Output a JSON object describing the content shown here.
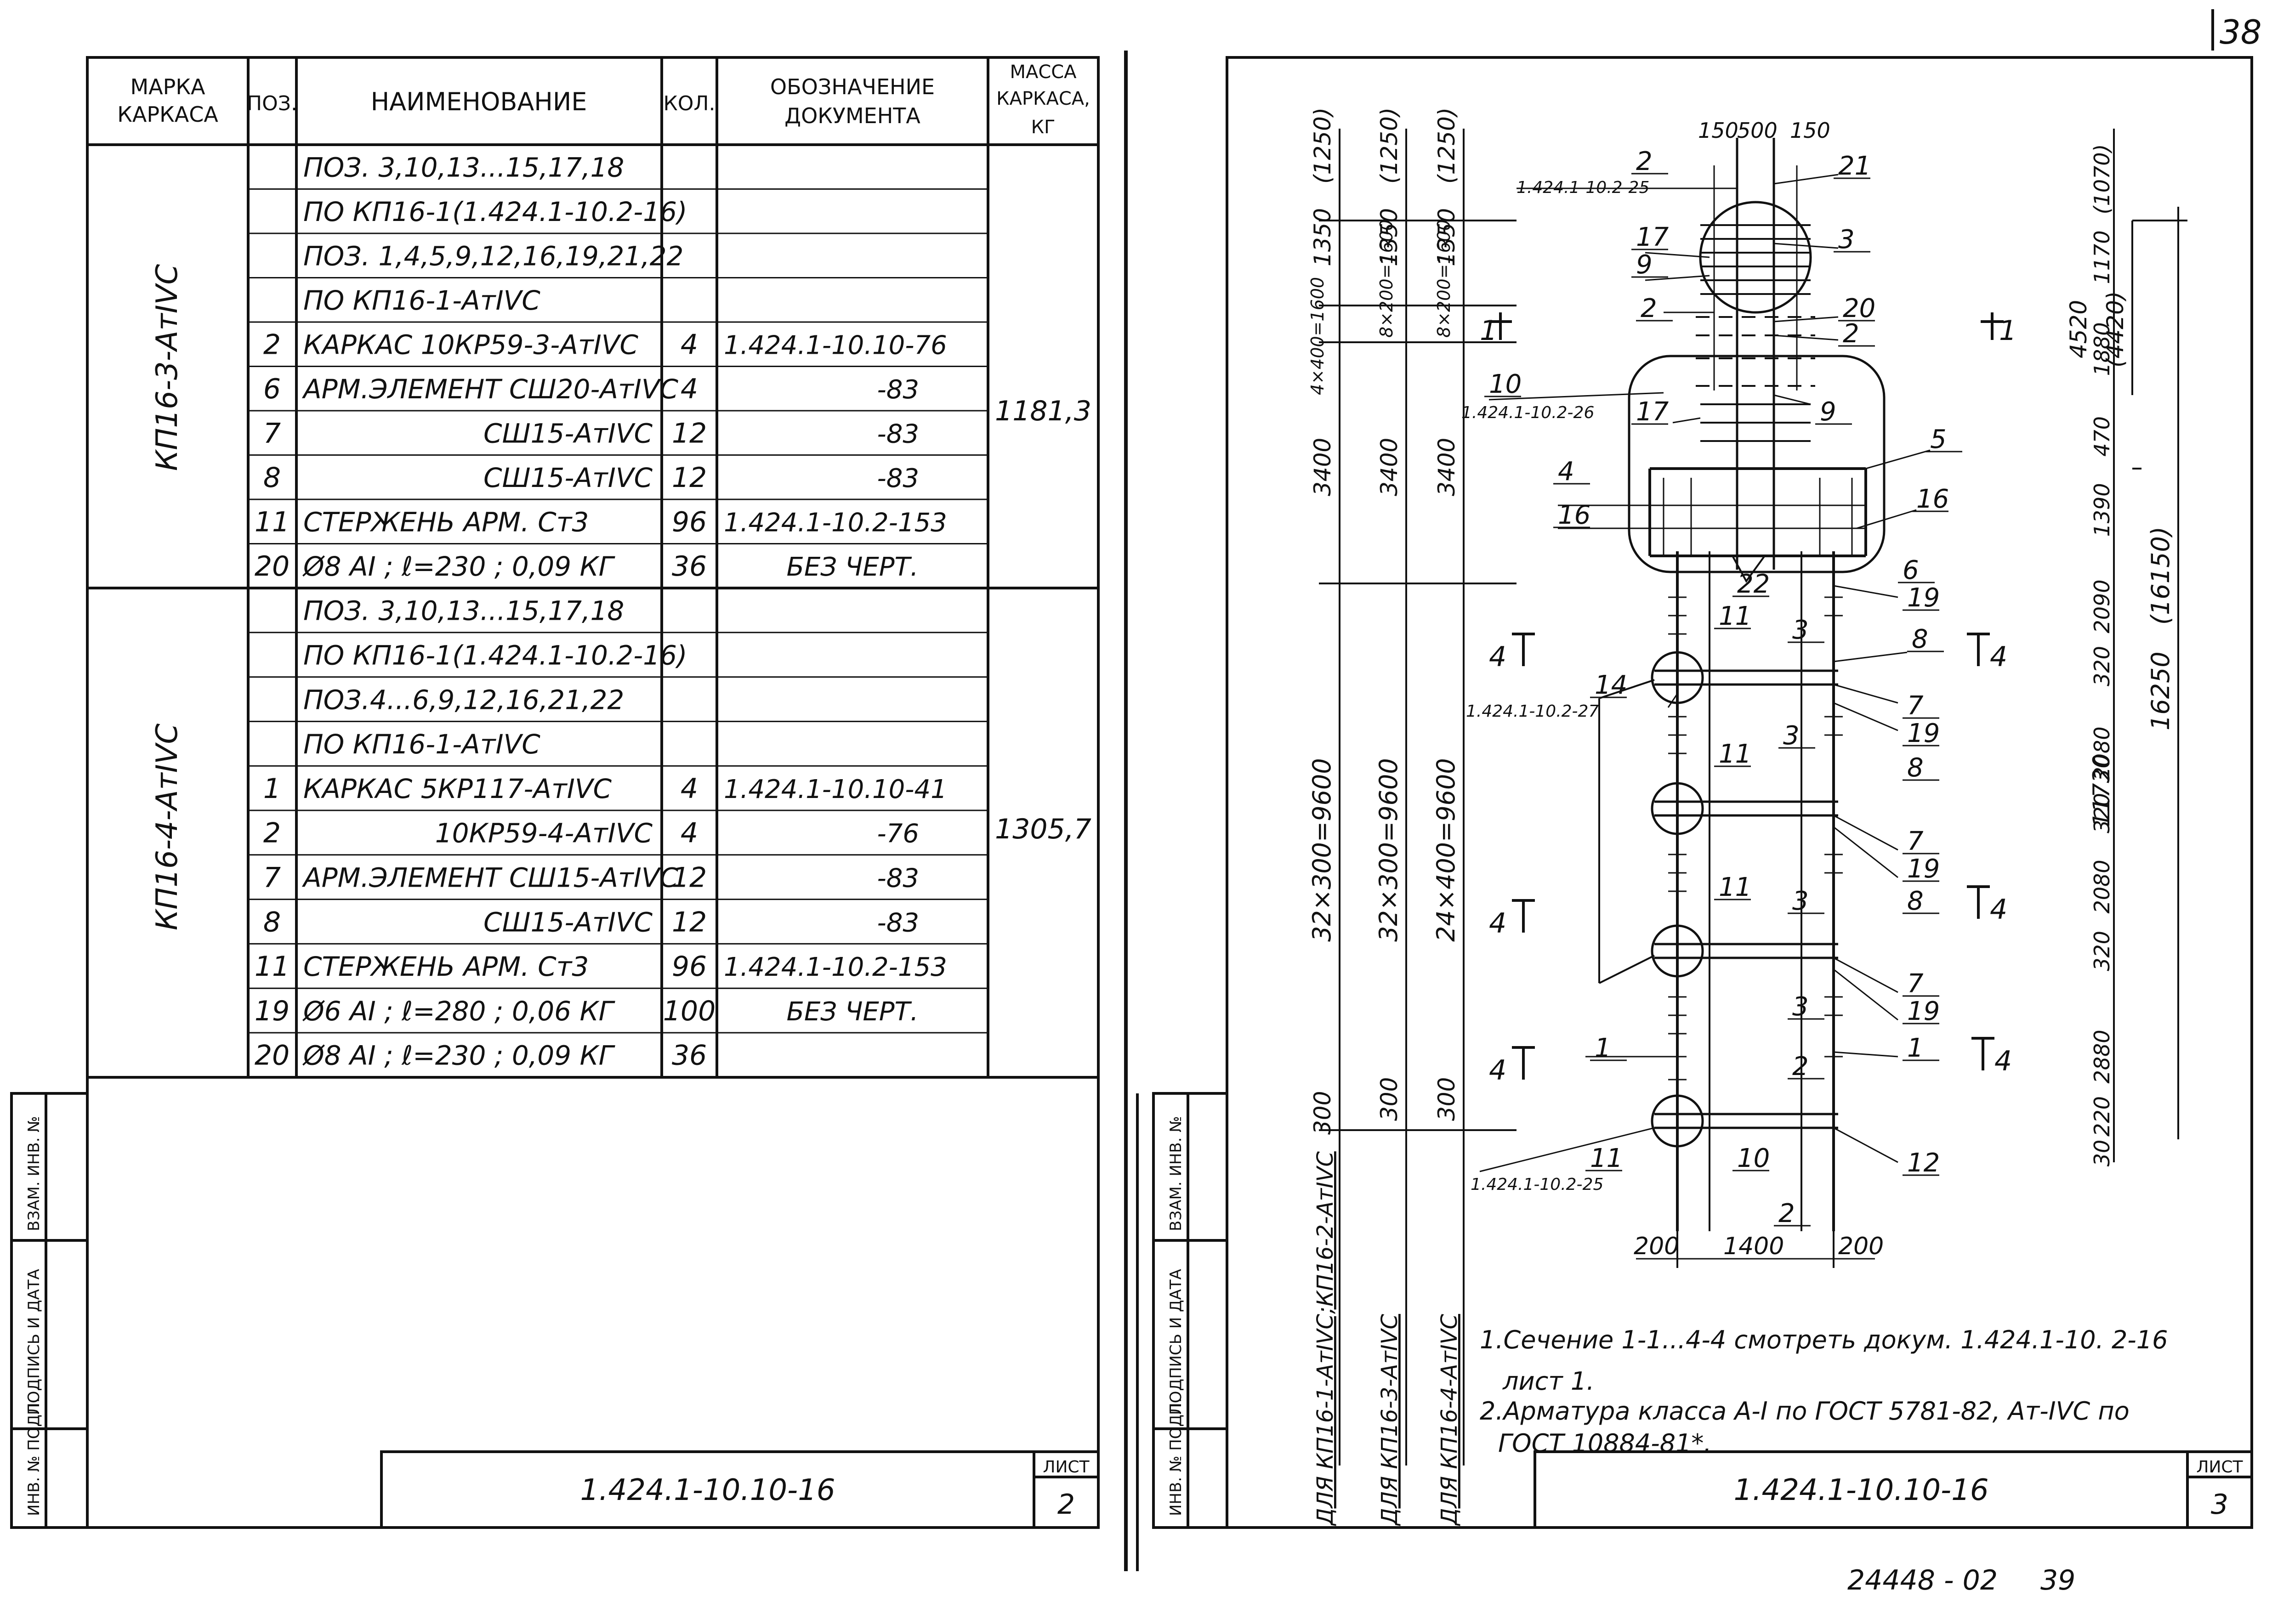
{
  "page_number": "38",
  "bottom_code": "24448 - 02",
  "bottom_page": "39",
  "left_sheet": {
    "headers": {
      "mark": [
        "МАРКА",
        "КАРКАСА"
      ],
      "pos": "ПОЗ.",
      "name": "НАИМЕНОВАНИЕ",
      "qty": "КОЛ.",
      "doc": [
        "ОБОЗНАЧЕНИЕ",
        "ДОКУМЕНТА"
      ],
      "mass": [
        "МАССА",
        "КАРКАСА,",
        "КГ"
      ]
    },
    "groups": [
      {
        "mark": "КП16-3-АтIVС",
        "mass": "1181,3",
        "rows": [
          {
            "pos": "",
            "name": "ПОЗ. 3,10,13...15,17,18",
            "qty": "",
            "doc": ""
          },
          {
            "pos": "",
            "name": "ПО КП16-1(1.424.1-10.2-16)",
            "qty": "",
            "doc": ""
          },
          {
            "pos": "",
            "name": "ПОЗ. 1,4,5,9,12,16,19,21,22",
            "qty": "",
            "doc": ""
          },
          {
            "pos": "",
            "name": "ПО КП16-1-АтIVС",
            "qty": "",
            "doc": ""
          },
          {
            "pos": "2",
            "name": "КАРКАС     10КР59-3-АтIVС",
            "qty": "4",
            "doc": "1.424.1-10.10-76"
          },
          {
            "pos": "6",
            "name": "АРМ.ЭЛЕМЕНТ   СШ20-АтIVС",
            "qty": "4",
            "doc": "-83"
          },
          {
            "pos": "7",
            "name": "СШ15-АтIVС",
            "qty": "12",
            "doc": "-83"
          },
          {
            "pos": "8",
            "name": "СШ15-АтIVС",
            "qty": "12",
            "doc": "-83"
          },
          {
            "pos": "11",
            "name": "СТЕРЖЕНЬ АРМ.  Ст3",
            "qty": "96",
            "doc": "1.424.1-10.2-153"
          },
          {
            "pos": "20",
            "name": "Ø8 АI ; ℓ=230 ;  0,09 КГ",
            "qty": "36",
            "doc": "БЕЗ ЧЕРТ."
          }
        ]
      },
      {
        "mark": "КП16-4-АтIVС",
        "mass": "1305,7",
        "rows": [
          {
            "pos": "",
            "name": "ПОЗ. 3,10,13...15,17,18",
            "qty": "",
            "doc": ""
          },
          {
            "pos": "",
            "name": "ПО КП16-1(1.424.1-10.2-16)",
            "qty": "",
            "doc": ""
          },
          {
            "pos": "",
            "name": "ПОЗ.4...6,9,12,16,21,22",
            "qty": "",
            "doc": ""
          },
          {
            "pos": "",
            "name": "ПО КП16-1-АтIVС",
            "qty": "",
            "doc": ""
          },
          {
            "pos": "1",
            "name": "КАРКАС     5КР117-АтIVС",
            "qty": "4",
            "doc": "1.424.1-10.10-41"
          },
          {
            "pos": "2",
            "name": "10КР59-4-АтIVС",
            "qty": "4",
            "doc": "-76"
          },
          {
            "pos": "7",
            "name": "АРМ.ЭЛЕМЕНТ  СШ15-АтIVС",
            "qty": "12",
            "doc": "-83"
          },
          {
            "pos": "8",
            "name": "СШ15-АтIVС",
            "qty": "12",
            "doc": "-83"
          },
          {
            "pos": "11",
            "name": "СТЕРЖЕНЬ АРМ.  Ст3",
            "qty": "96",
            "doc": "1.424.1-10.2-153"
          },
          {
            "pos": "19",
            "name": "Ø6 АI ; ℓ=280 ; 0,06 КГ",
            "qty": "100",
            "doc": "БЕЗ ЧЕРТ."
          },
          {
            "pos": "20",
            "name": "Ø8 АI ; ℓ=230 ; 0,09 КГ",
            "qty": "36",
            "doc": ""
          }
        ]
      }
    ],
    "stamp_code": "1.424.1-10.10-16",
    "sheet_label": "ЛИСТ",
    "sheet_no": "2",
    "side_labels": [
      "ИНВ. № ПОДЛ.",
      "ПОДПИСЬ И ДАТА",
      "ВЗАМ. ИНВ. №"
    ]
  },
  "right_sheet": {
    "stamp_code": "1.424.1-10.10-16",
    "sheet_label": "ЛИСТ",
    "sheet_no": "3",
    "side_labels": [
      "ИНВ. № ПОДЛ.",
      "ПОДПИСЬ И ДАТА",
      "ВЗАМ. ИНВ. №"
    ],
    "column_labels": [
      "ДЛЯ КП16-1-АтIVС;КП16-2-АтIVС",
      "ДЛЯ КП16-3-АтIVС",
      "ДЛЯ КП16-4-АтIVС"
    ],
    "col1_dims": [
      "(1250)",
      "1350",
      "4×400=1600",
      "3400",
      "32×300=9600",
      "300"
    ],
    "col2_dims": [
      "(1250)",
      "1350",
      "8×200=1600",
      "3400",
      "32×300=9600",
      "300"
    ],
    "col3_dims": [
      "(1250)",
      "1350",
      "8×200=1600",
      "3400",
      "24×400=9600",
      "300"
    ],
    "right_dims": [
      "(1070)",
      "1170",
      "1880",
      "470",
      "1390",
      "2090",
      "320",
      "2080",
      "320",
      "2080",
      "320",
      "2880",
      "220",
      "30"
    ],
    "overall_dims": [
      "4520",
      "(4420)",
      "16250",
      "(16150)",
      "11730"
    ],
    "top_dims": [
      "150",
      "500",
      "150"
    ],
    "bottom_dims": [
      "200",
      "1400",
      "200"
    ],
    "refs": [
      "1.424.1-10.2-25",
      "1.424.1-10.2-26",
      "1.424.1-10.2-27",
      "1.424.1-10.2-25"
    ],
    "section_marks": [
      "1",
      "1",
      "4",
      "4",
      "4",
      "4",
      "4",
      "4"
    ],
    "callouts": [
      "2",
      "21",
      "17",
      "9",
      "3",
      "2",
      "20",
      "2",
      "10",
      "17",
      "9",
      "5",
      "4",
      "16",
      "16",
      "22",
      "6",
      "19",
      "11",
      "3",
      "8",
      "14",
      "7",
      "19",
      "3",
      "11",
      "8",
      "7",
      "19",
      "11",
      "3",
      "8",
      "7",
      "19",
      "3",
      "1",
      "1",
      "2",
      "11",
      "10",
      "2",
      "12"
    ],
    "notes": [
      "1.Сечение  1-1...4-4  смотреть докум. 1.424.1-10. 2-16",
      "лист 1.",
      "2.Арматура класса А-I по ГОСТ 5781-82, Ат-IVС  по",
      "ГОСТ 10884-81*."
    ]
  }
}
